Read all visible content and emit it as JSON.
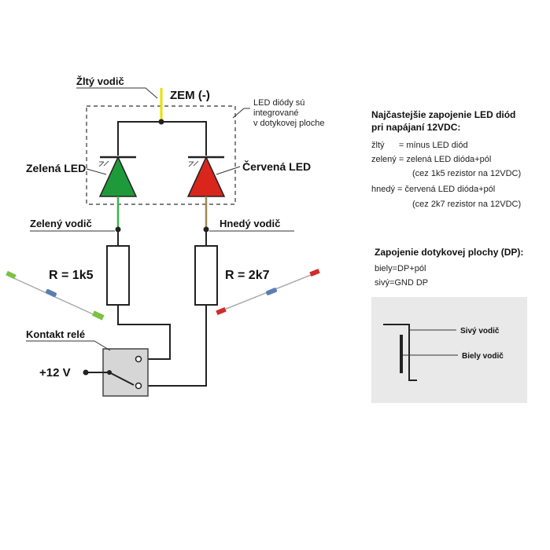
{
  "labels": {
    "yellow_wire": "Žltý vodič",
    "ground": "ZEM (-)",
    "led_note": [
      "LED diódy sú",
      "integrované",
      "v dotykovej ploche"
    ],
    "green_led": "Zelená LED",
    "red_led": "Červená LED",
    "green_wire": "Zelený vodič",
    "brown_wire": "Hnedý vodič",
    "r1": "R = 1k5",
    "r2": "R = 2k7",
    "relay": "Kontakt relé",
    "supply": "+12 V"
  },
  "notes": {
    "title": [
      "Najčastejšie zapojenie LED diód",
      "pri napájaní 12VDC:"
    ],
    "lines": [
      "žltý      = mínus LED diód",
      "zelený = zelená LED dióda+pól",
      "(cez 1k5 rezistor na 12VDC)",
      "hnedý = červená LED dióda+pól",
      "(cez 2k7 rezistor na 12VDC)"
    ],
    "dp_title": "Zapojenie dotykovej plochy (DP):",
    "dp_lines": [
      "biely=DP+pól",
      "sivý=GND DP"
    ]
  },
  "inset": {
    "gray_wire": "Sivý vodič",
    "white_wire": "Biely vodič"
  },
  "colors": {
    "green_led": "#1f9a3a",
    "red_led": "#d8261c",
    "yellow_wire": "#e8e000",
    "green_wire": "#3cb34a",
    "inset_bg": "#e9e9e9"
  }
}
